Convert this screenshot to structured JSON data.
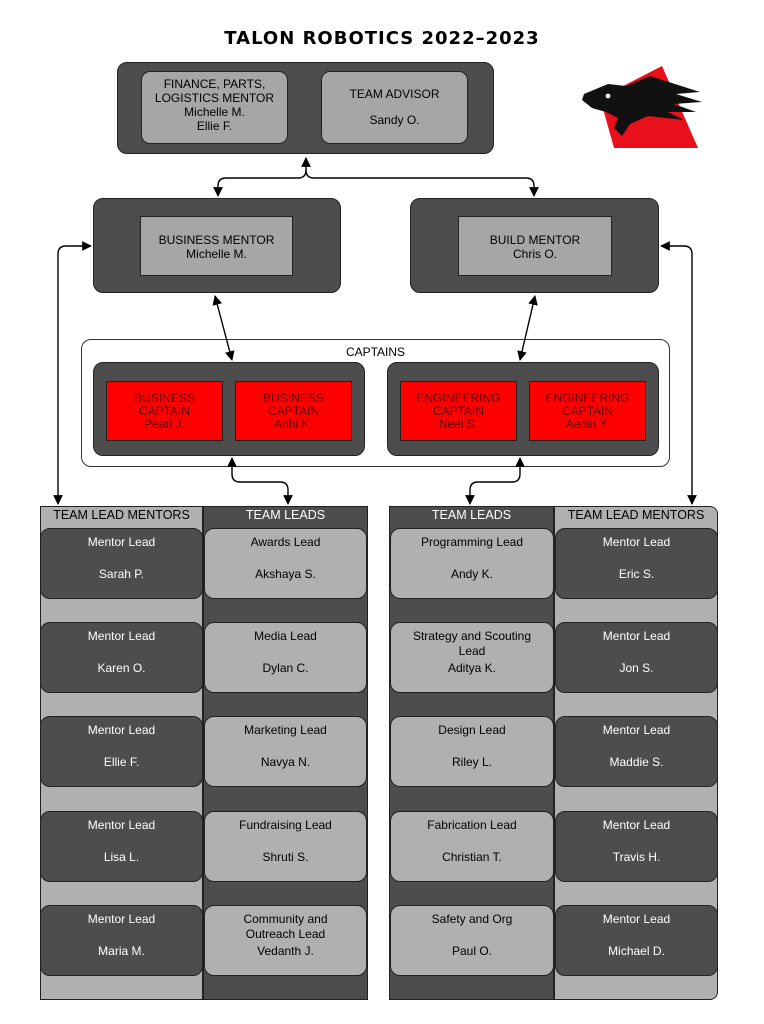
{
  "title": "TALON ROBOTICS 2022–2023",
  "logo": {
    "icon": "talon-logo"
  },
  "top": {
    "finance": {
      "line1": "FINANCE, PARTS,",
      "line2": "LOGISTICS MENTOR",
      "line3": "Michelle M.",
      "line4": "Ellie F."
    },
    "advisor": {
      "role": "TEAM ADVISOR",
      "name": "Sandy O."
    }
  },
  "business_mentor": {
    "role": "BUSINESS MENTOR",
    "name": "Michelle M."
  },
  "build_mentor": {
    "role": "BUILD MENTOR",
    "name": "Chris O."
  },
  "captains": {
    "label": "CAPTAINS",
    "items": [
      {
        "line1": "BUSINESS",
        "line2": "CAPTAIN",
        "name": "Pearl J."
      },
      {
        "line1": "BUSINESS",
        "line2": "CAPTAIN",
        "name": "Adhi K."
      },
      {
        "line1": "ENGINEERING",
        "line2": "CAPTAIN",
        "name": "Neel S."
      },
      {
        "line1": "ENGINEERING",
        "line2": "CAPTAIN",
        "name": "Aedin Y."
      }
    ]
  },
  "columns": [
    {
      "header": "TEAM LEAD MENTORS",
      "cards": [
        {
          "role": "Mentor Lead",
          "name": "Sarah P."
        },
        {
          "role": "Mentor Lead",
          "name": "Karen O."
        },
        {
          "role": "Mentor Lead",
          "name": "Ellie F."
        },
        {
          "role": "Mentor Lead",
          "name": "Lisa L."
        },
        {
          "role": "Mentor Lead",
          "name": "Maria M."
        }
      ]
    },
    {
      "header": "TEAM LEADS",
      "cards": [
        {
          "role": "Awards Lead",
          "name": "Akshaya S."
        },
        {
          "role": "Media Lead",
          "name": "Dylan C."
        },
        {
          "role": "Marketing Lead",
          "name": "Navya N."
        },
        {
          "role": "Fundraising Lead",
          "name": "Shruti S."
        },
        {
          "role": "Community and Outreach Lead",
          "name": "Vedanth J."
        }
      ]
    },
    {
      "header": "TEAM LEADS",
      "cards": [
        {
          "role": "Programming Lead",
          "name": "Andy K."
        },
        {
          "role": "Strategy and Scouting Lead",
          "name": "Aditya K."
        },
        {
          "role": "Design Lead",
          "name": "Riley L."
        },
        {
          "role": "Fabrication Lead",
          "name": "Christian T."
        },
        {
          "role": "Safety and Org",
          "name": "Paul O."
        }
      ]
    },
    {
      "header": "TEAM LEAD MENTORS",
      "cards": [
        {
          "role": "Mentor Lead",
          "name": "Eric S."
        },
        {
          "role": "Mentor Lead",
          "name": "Jon S."
        },
        {
          "role": "Mentor Lead",
          "name": "Maddie S."
        },
        {
          "role": "Mentor Lead",
          "name": "Travis H."
        },
        {
          "role": "Mentor Lead",
          "name": "Michael D."
        }
      ]
    }
  ]
}
